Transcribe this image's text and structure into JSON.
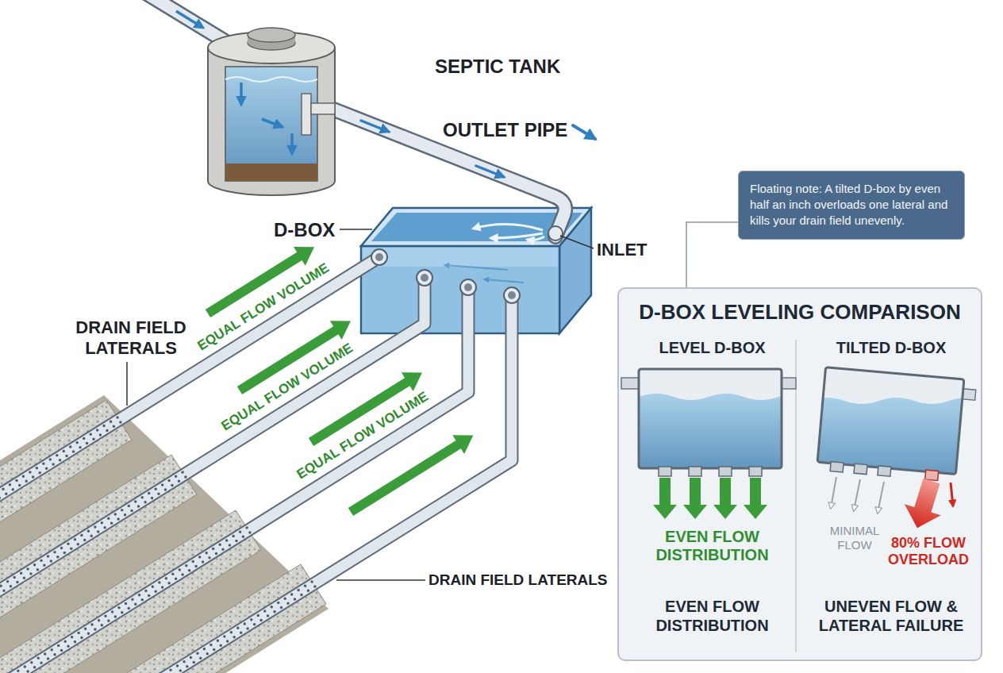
{
  "diagram": {
    "nodes": [
      {
        "text": [
          "Floating note: A tilted D-box by even half an inch overloads one lateral and kills your drain field unevenly."
        ]
      },
      {
        "text": [
          "D-BOX LEVELING COMPARISON"
        ]
      },
      {
        "text": [
          "LEVEL D-BOX",
          "EVEN FLOW DISTRIBUTION",
          "EVEN FLOW DISTRIBUTION"
        ],
        "in": 1
      },
      {
        "text": [
          "TILTED D-BOX",
          "MINIMAL FLOW",
          "80% FLOW OVERLOAD",
          "UNEVEN FLOW & LATERAL FAILURE"
        ],
        "in": 1
      }
    ],
    "edges": [
      {
        "from": 0,
        "to": 1,
        "arrow": "none"
      }
    ],
    "labels": [
      "SEPTIC TANK",
      "OUTLET PIPE",
      "D-BOX",
      "INLET",
      "DRAIN FIELD LATERALS",
      "EQUAL FLOW VOLUME",
      "EQUAL FLOW VOLUME",
      "EQUAL FLOW VOLUME",
      "DRAIN FIELD LATERALS"
    ]
  }
}
